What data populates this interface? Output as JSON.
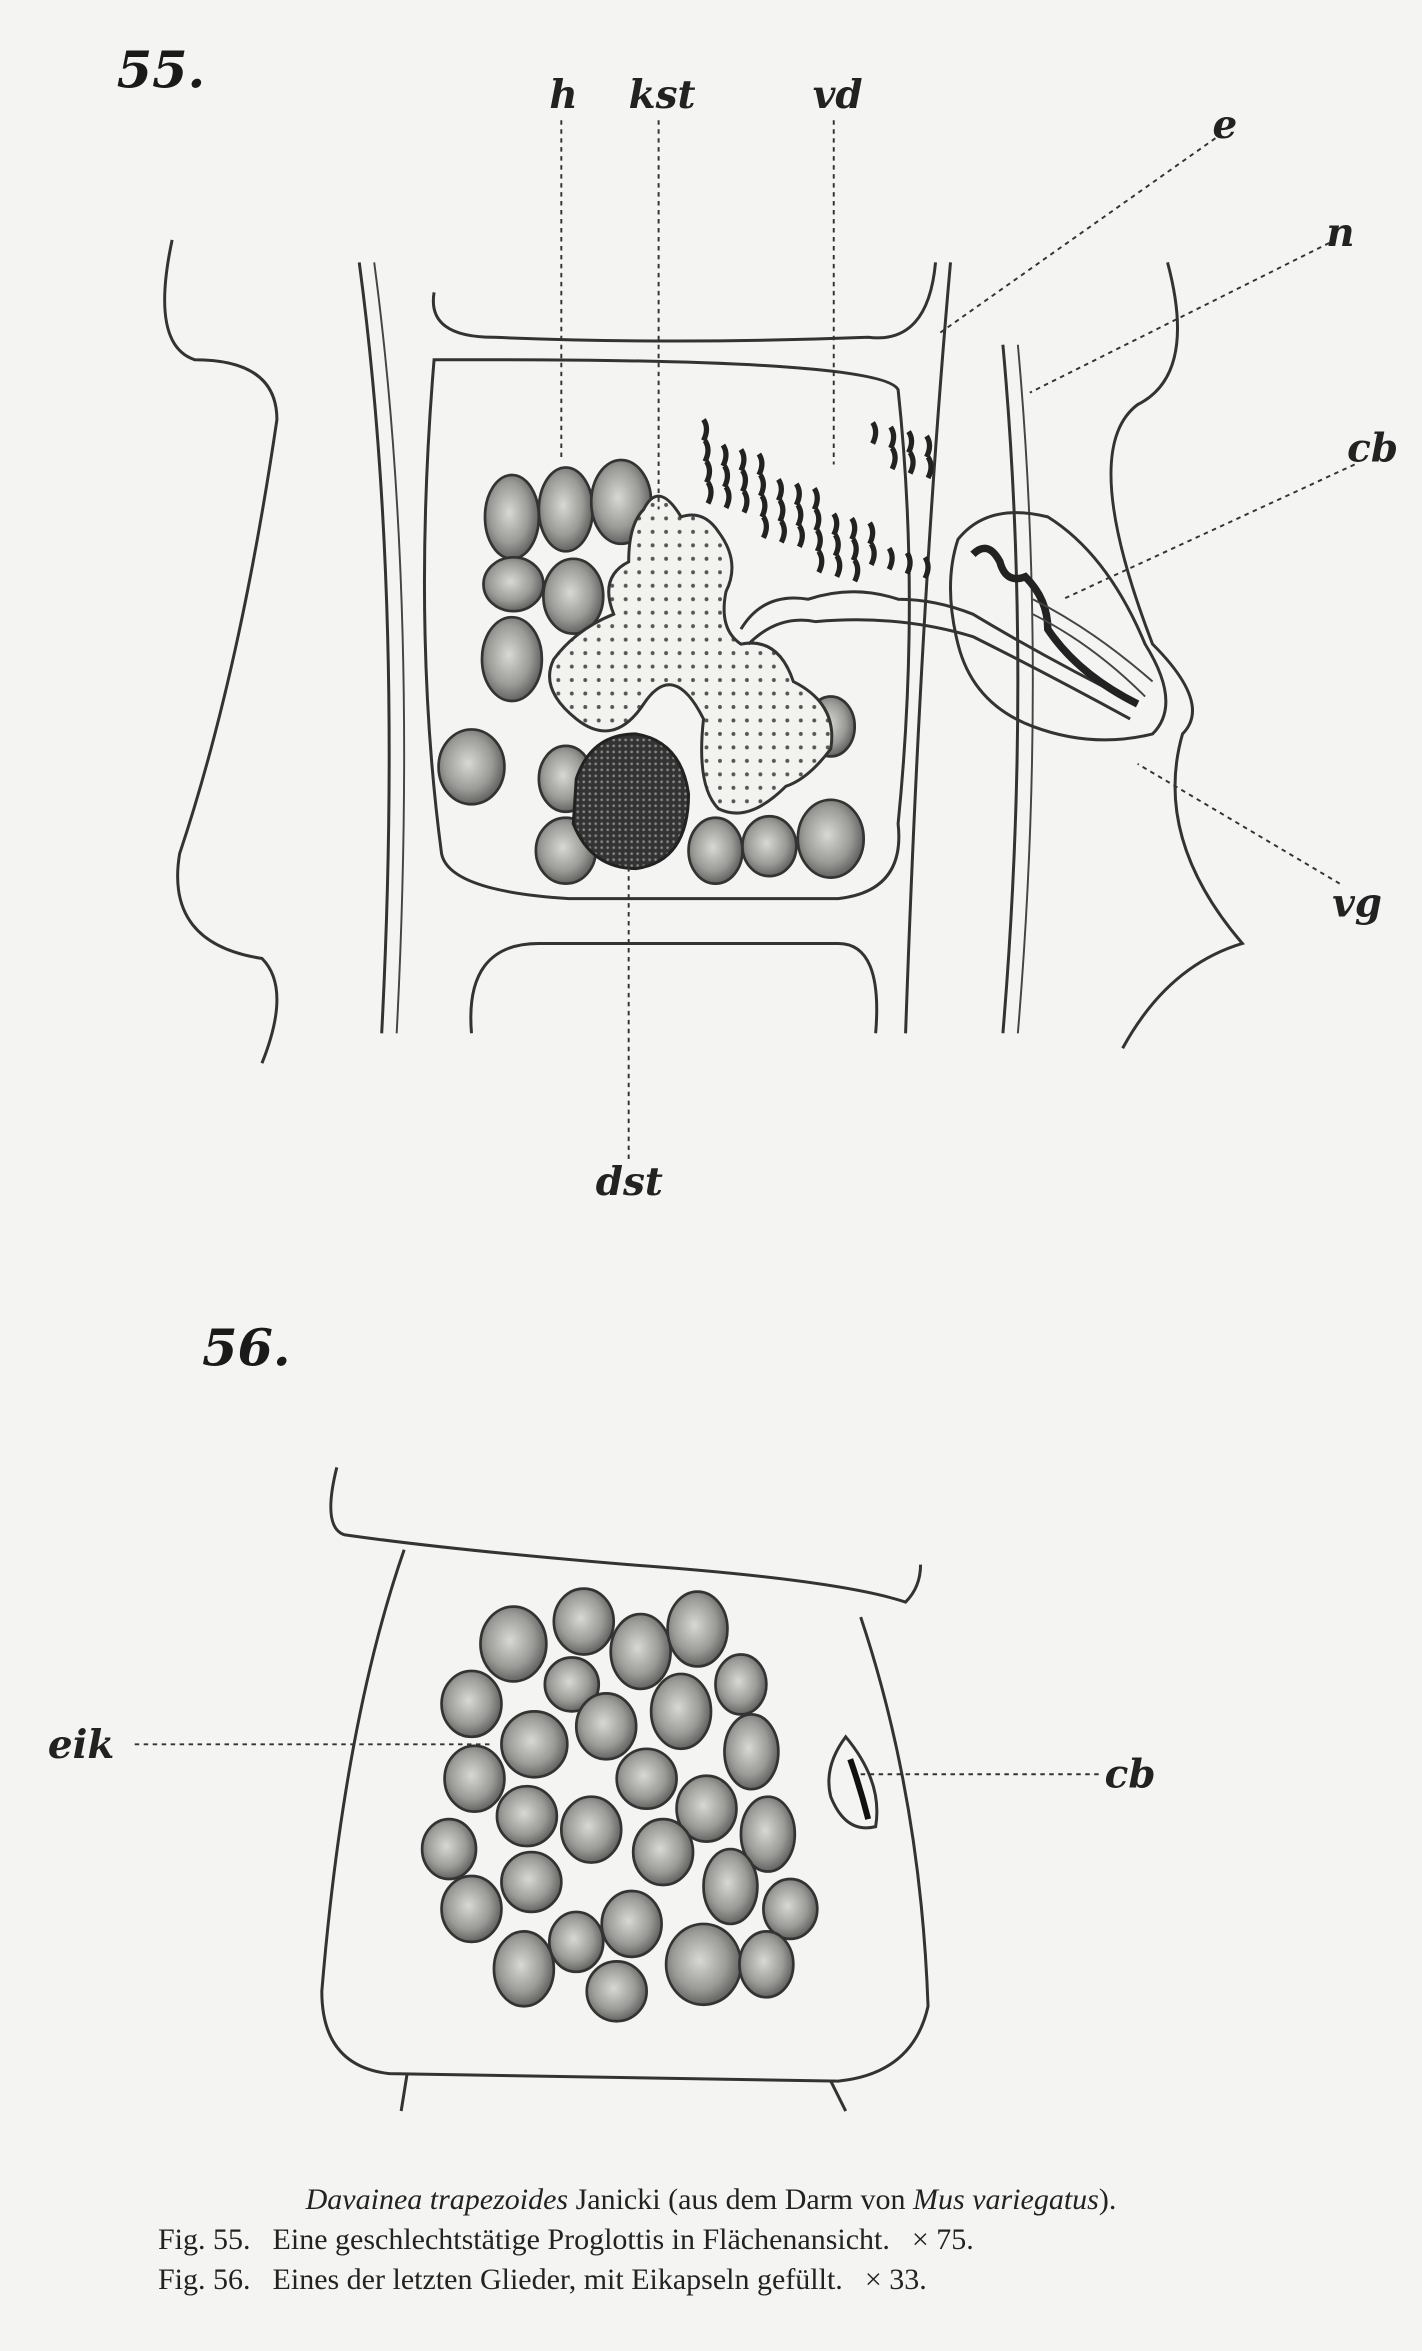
{
  "figure55": {
    "number": "55.",
    "labels": {
      "h": "h",
      "kst": "kst",
      "vd": "vd",
      "e": "e",
      "n": "n",
      "cb": "cb",
      "vg": "vg",
      "dst": "dst"
    }
  },
  "figure56": {
    "number": "56.",
    "labels": {
      "eik": "eik",
      "cb": "cb"
    }
  },
  "caption": {
    "species": "Davainea trapezoides",
    "author": "Janicki (aus dem Darm von",
    "host": "Mus variegatus",
    "close": ").",
    "fig55_ref": "Fig. 55.",
    "fig55_text": "Eine geschlechtstätige Proglottis in Flächenansicht.",
    "fig55_mag": "× 75.",
    "fig56_ref": "Fig. 56.",
    "fig56_text": "Eines der letzten Glieder, mit Eikapseln gefüllt.",
    "fig56_mag": "× 33."
  }
}
